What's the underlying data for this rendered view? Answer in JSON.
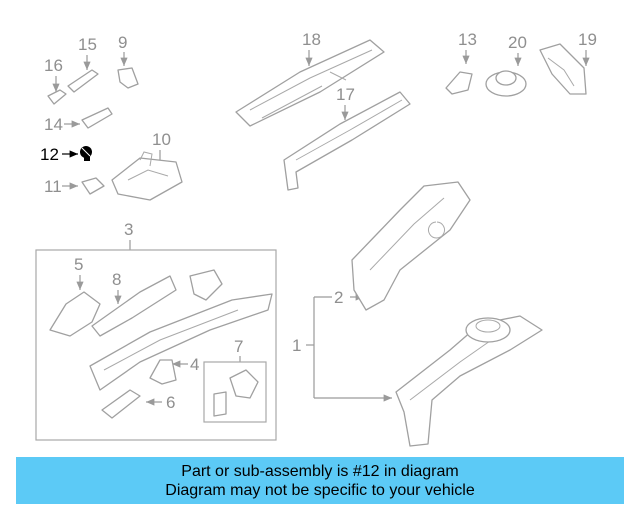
{
  "diagram": {
    "part_numbers": [
      "1",
      "2",
      "3",
      "4",
      "5",
      "6",
      "7",
      "8",
      "9",
      "10",
      "11",
      "12",
      "13",
      "14",
      "15",
      "16",
      "17",
      "18",
      "19",
      "20"
    ],
    "highlighted_part": "12",
    "highlight_color": "#5ccaf6"
  },
  "banner": {
    "line1": "Part or sub-assembly is #12 in diagram",
    "line2": "Diagram may not be specific to your vehicle"
  }
}
